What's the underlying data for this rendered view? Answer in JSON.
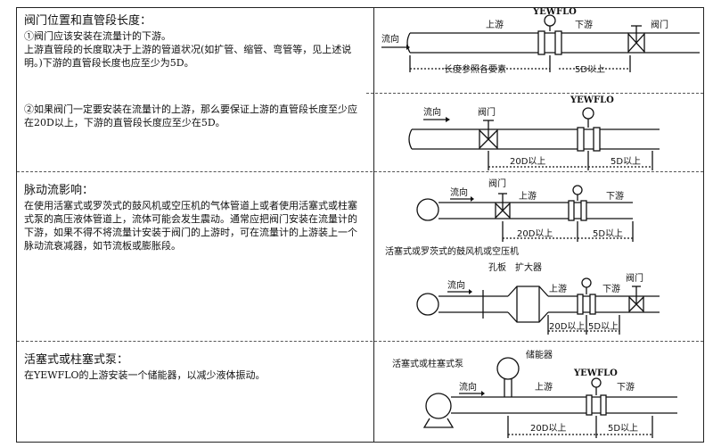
{
  "section1": {
    "title": "阀门位置和直管段长度：",
    "line1": "①阀门应该安装在流量计的下游。",
    "line2": "上游直管段的长度取决于上游的管道状况(如扩管、缩管、弯管等，见上述说明。)下游的直管段长度也应至少为5D。",
    "diagram": {
      "flow": "流向",
      "upstream": "上游",
      "brand": "YEWFLO",
      "downstream": "下游",
      "valve": "阀门",
      "length_note": "长度参照各要素",
      "min5d": "5D以上"
    }
  },
  "section2": {
    "text": "②如果阀门一定要安装在流量计的上游，那么要保证上游的直管段长度至少应在20D以上，下游的直管段长度应至少在5D。",
    "diagram": {
      "flow": "流向",
      "valve": "阀门",
      "brand": "YEWFLO",
      "min20d": "20D以上",
      "min5d": "5D以上"
    }
  },
  "section3": {
    "title": "脉动流影响：",
    "text": "在使用活塞式或罗茨式的鼓风机或空压机的气体管道上或者使用活塞式或柱塞式泵的高压液体管道上，流体可能会发生震动。通常应把阀门安装在流量计的下游，如果不得不将流量计安装于阀门的上游时，可在流量计的上游装上一个脉动流衰减器，如节流板或膨胀段。",
    "diagram": {
      "flow": "流向",
      "valve": "阀门",
      "upstream": "上游",
      "downstream": "下游",
      "min20d": "20D以上",
      "min5d": "5D以上",
      "source_label": "活塞式或罗茨式的鼓风机或空压机",
      "orifice": "孔板",
      "expander": "扩大器"
    }
  },
  "section4": {
    "title": "活塞式或柱塞式泵：",
    "text": "在YEWFLO的上游安装一个储能器，以减少液体振动。",
    "diagram": {
      "pump_label": "活塞式或柱塞式泵",
      "accumulator": "储能器",
      "flow": "流向",
      "upstream": "上游",
      "brand": "YEWFLO",
      "downstream": "下游",
      "min20d": "20D以上",
      "min5d": "5D以上"
    }
  }
}
